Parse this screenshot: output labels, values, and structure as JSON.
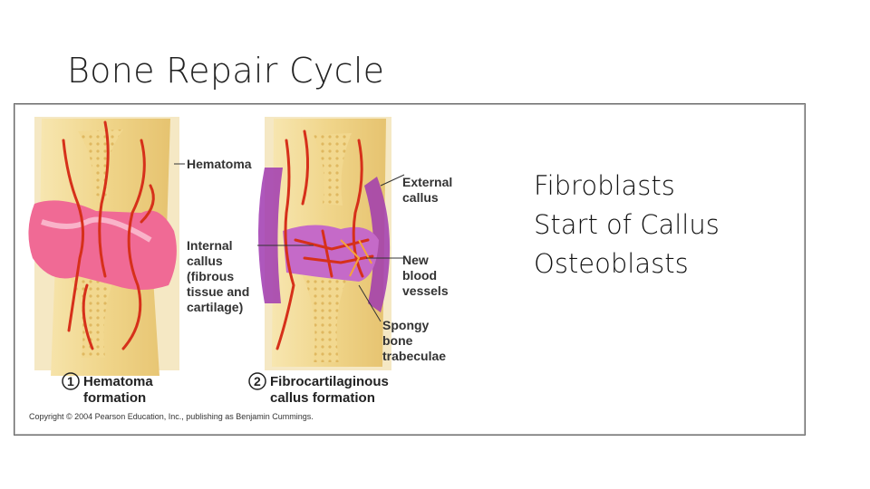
{
  "slide": {
    "title": "Bone Repair Cycle"
  },
  "figure": {
    "labels": {
      "hematoma": "Hematoma",
      "internal_callus": [
        "Internal",
        "callus",
        "(fibrous",
        "tissue and",
        "cartilage)"
      ],
      "external_callus": [
        "External",
        "callus"
      ],
      "new_blood_vessels": [
        "New",
        "blood",
        "vessels"
      ],
      "spongy_bone": [
        "Spongy",
        "bone",
        "trabeculae"
      ]
    },
    "stages": [
      {
        "number": "1",
        "caption": [
          "Hematoma",
          "formation"
        ]
      },
      {
        "number": "2",
        "caption": [
          "Fibrocartilaginous",
          "callus formation"
        ]
      }
    ],
    "copyright": "Copyright © 2004 Pearson Education, Inc., publishing as Benjamin Cummings.",
    "colors": {
      "bone": "#f0d890",
      "hematoma": "#f06a95",
      "vessel": "#d6301a",
      "callus": "#a03ab0"
    }
  },
  "notes": [
    "Fibroblasts",
    "Start of Callus",
    "Osteoblasts"
  ]
}
